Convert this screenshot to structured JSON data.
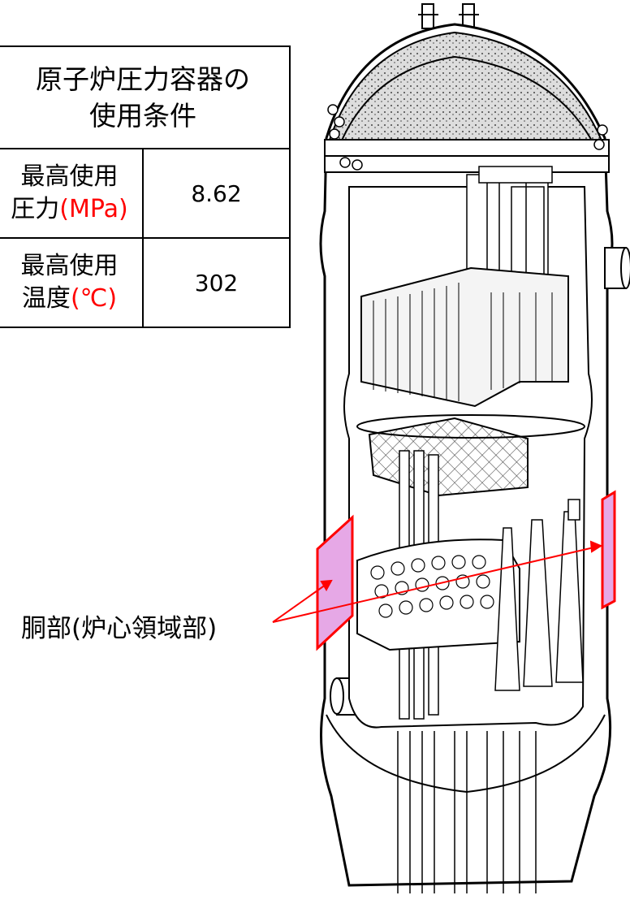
{
  "spec_table": {
    "title_line1": "原子炉圧力容器の",
    "title_line2": "使用条件",
    "rows": [
      {
        "label_line1": "最高使用",
        "label_line2_text": "圧力",
        "unit": "(MPa)",
        "value": "8.62"
      },
      {
        "label_line1": "最高使用",
        "label_line2_text": "温度",
        "unit": "(℃)",
        "value": "302"
      }
    ]
  },
  "callout": {
    "label": "胴部(炉心領域部)"
  },
  "colors": {
    "highlight_fill": "#e6a8e6",
    "highlight_stroke": "#ff0000",
    "unit_text": "#ff0000"
  }
}
